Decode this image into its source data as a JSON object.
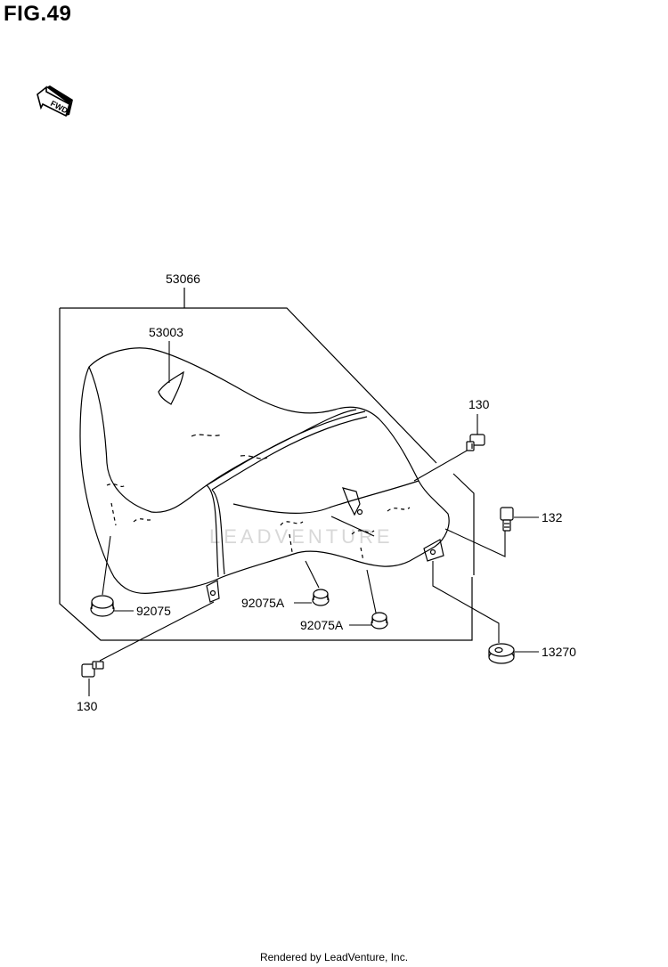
{
  "figure": {
    "title": "FIG.49",
    "fwd_label": "FWD",
    "watermark": "LEADVENTURE",
    "footer": "Rendered by LeadVenture, Inc."
  },
  "parts": {
    "assembly": "53066",
    "seat_label": "53003",
    "bolt_rear": "130",
    "bolt_front": "130",
    "bolt_side": "132",
    "grommet_left": "92075",
    "grommet_mid": "92075A",
    "grommet_right": "92075A",
    "collar": "13270"
  }
}
